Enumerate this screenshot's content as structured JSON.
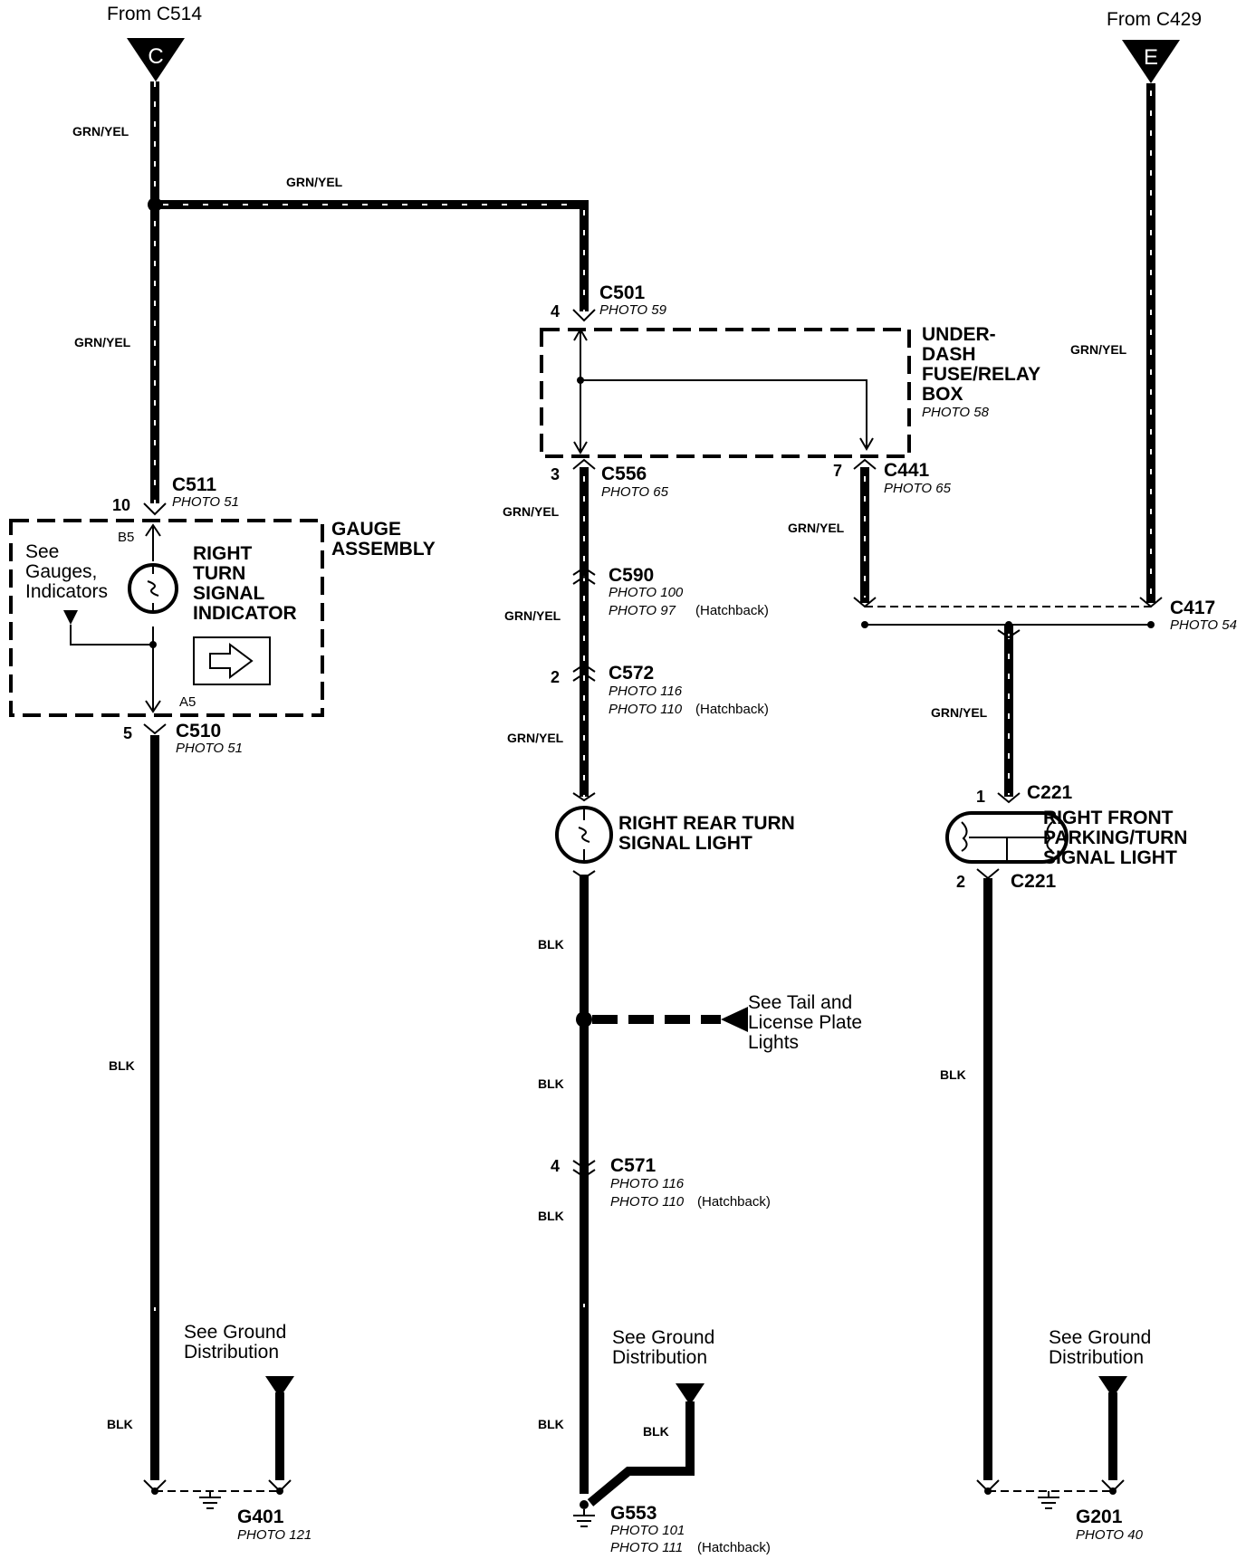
{
  "sources": {
    "left": {
      "text": "From C514",
      "symbol": "C"
    },
    "right": {
      "text": "From C429",
      "symbol": "E"
    }
  },
  "wires": {
    "grn_yel": "GRN/YEL",
    "blk": "BLK"
  },
  "connectors": {
    "c501": {
      "name": "C501",
      "photo": "PHOTO 59",
      "pin": "4"
    },
    "c556": {
      "name": "C556",
      "photo": "PHOTO 65",
      "pin": "3"
    },
    "c441": {
      "name": "C441",
      "photo": "PHOTO 65",
      "pin": "7"
    },
    "c511": {
      "name": "C511",
      "photo": "PHOTO 51",
      "pin": "10"
    },
    "c510": {
      "name": "C510",
      "photo": "PHOTO 51",
      "pin": "5"
    },
    "c590": {
      "name": "C590",
      "photo1": "PHOTO 100",
      "photo2": "PHOTO 97",
      "note2": "(Hatchback)"
    },
    "c572": {
      "name": "C572",
      "photo1": "PHOTO 116",
      "photo2": "PHOTO 110",
      "note2": "(Hatchback)",
      "pin": "2"
    },
    "c417": {
      "name": "C417",
      "photo": "PHOTO 54"
    },
    "c221_top": {
      "name": "C221",
      "pin": "1"
    },
    "c221_bottom": {
      "name": "C221",
      "pin": "2"
    },
    "c571": {
      "name": "C571",
      "photo1": "PHOTO 116",
      "photo2": "PHOTO 110",
      "note2": "(Hatchback)",
      "pin": "4"
    }
  },
  "fuse_box": {
    "name_lines": [
      "UNDER-",
      "DASH",
      "FUSE/RELAY",
      "BOX"
    ],
    "photo": "PHOTO 58"
  },
  "gauge": {
    "title_lines": [
      "GAUGE",
      "ASSEMBLY"
    ],
    "indicator_lines": [
      "RIGHT",
      "TURN",
      "SIGNAL",
      "INDICATOR"
    ],
    "see_lines": [
      "See",
      "Gauges,",
      "Indicators"
    ],
    "pin_top": "B5",
    "pin_bottom": "A5"
  },
  "lights": {
    "rear_lines": [
      "RIGHT REAR TURN",
      "SIGNAL LIGHT"
    ],
    "front_lines": [
      "RIGHT FRONT",
      "PARKING/TURN",
      "SIGNAL LIGHT"
    ]
  },
  "tail_ref": {
    "lines": [
      "See Tail and",
      "License Plate",
      "Lights"
    ]
  },
  "ground_ref": {
    "lines": [
      "See Ground",
      "Distribution"
    ]
  },
  "grounds": {
    "g401": {
      "name": "G401",
      "photo": "PHOTO 121"
    },
    "g553": {
      "name": "G553",
      "photo1": "PHOTO 101",
      "photo2": "PHOTO 111",
      "note2": "(Hatchback)"
    },
    "g201": {
      "name": "G201",
      "photo": "PHOTO 40"
    }
  }
}
